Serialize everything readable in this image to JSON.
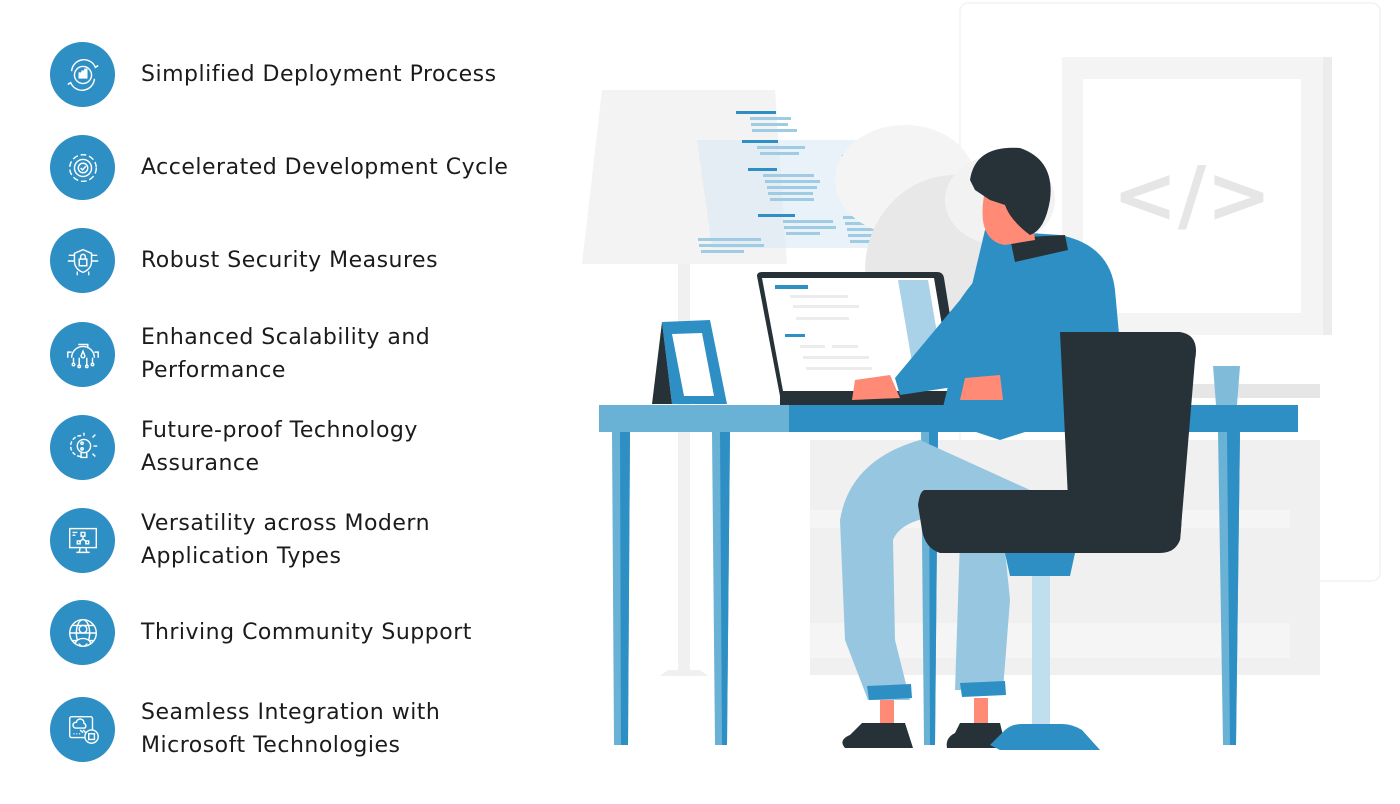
{
  "features": [
    {
      "label": "Simplified Deployment Process",
      "icon": "deployment-cycle-icon"
    },
    {
      "label": "Accelerated Development Cycle",
      "icon": "gear-check-icon"
    },
    {
      "label": "Robust Security Measures",
      "icon": "shield-lock-circuit-icon"
    },
    {
      "label": "Enhanced Scalability and\nPerformance",
      "icon": "gear-network-icon"
    },
    {
      "label": "Future-proof Technology\nAssurance",
      "icon": "gear-lightbulb-icon"
    },
    {
      "label": "Versatility across Modern\nApplication Types",
      "icon": "monitor-cube-icon"
    },
    {
      "label": "Thriving Community Support",
      "icon": "globe-user-icon"
    },
    {
      "label": "Seamless Integration with\nMicrosoft Technologies",
      "icon": "cloud-chip-icon"
    }
  ],
  "illustration": {
    "code_symbol": "</>",
    "colors": {
      "accent": "#2e8fc4",
      "accent_light": "#97c6e0",
      "dark": "#263238",
      "skin": "#ff8a76",
      "bg_gray": "#f2f2f2"
    }
  }
}
